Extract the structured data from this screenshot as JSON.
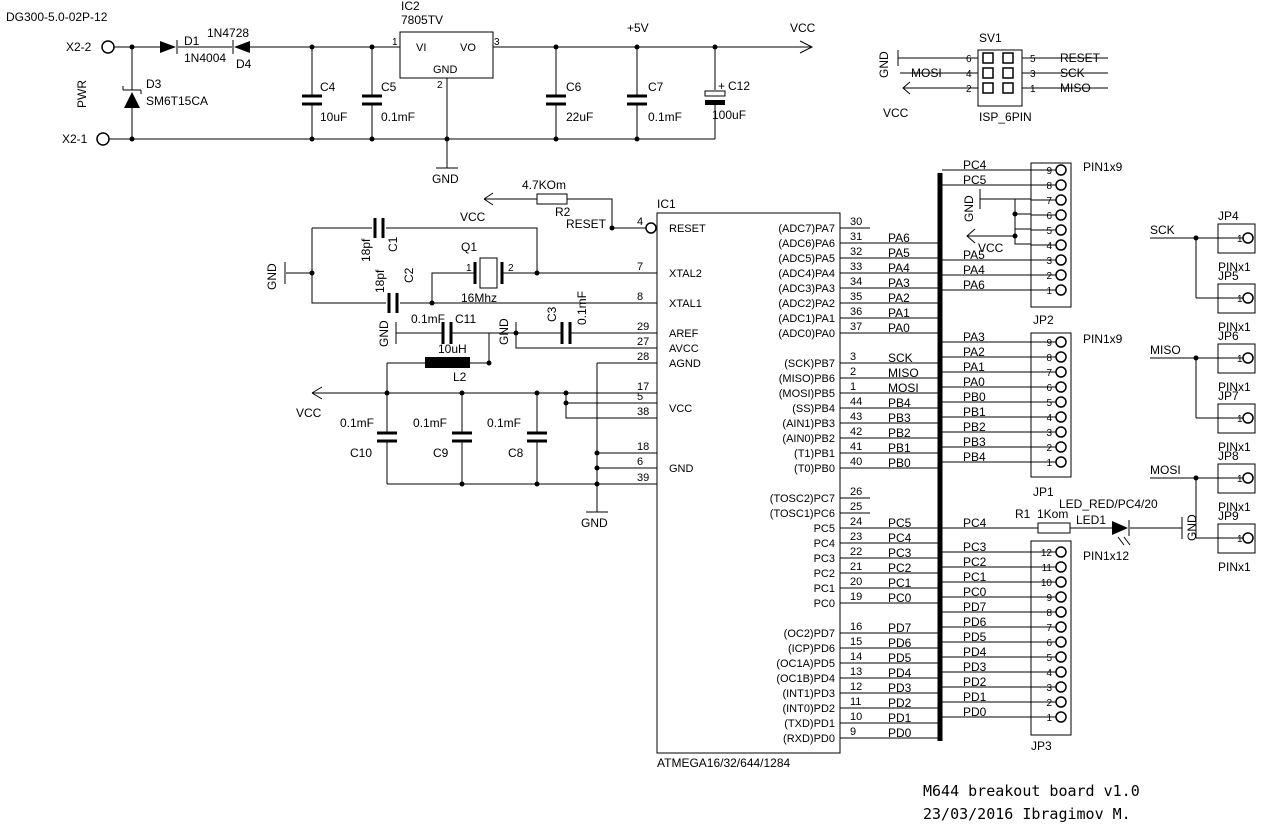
{
  "title_block": {
    "line1": "M644 breakout board v1.0",
    "line2": "23/03/2016 Ibragimov M."
  },
  "power": {
    "jack": "DG300-5.0-02P-12",
    "x2_2": "X2-2",
    "x2_1": "X2-1",
    "pwr": "PWR",
    "d1_ref": "D1",
    "d1_val": "1N4004",
    "d4_ref": "D4",
    "d4_val": "1N4728",
    "d3_ref": "D3",
    "d3_val": "SM6T15CA",
    "ic2_ref": "IC2",
    "ic2_val": "7805TV",
    "ic2_vi": "VI",
    "ic2_vo": "VO",
    "ic2_gnd": "GND",
    "ic2_p1": "1",
    "ic2_p2": "2",
    "ic2_p3": "3",
    "c4": "C4",
    "c4_val": "10uF",
    "c5": "C5",
    "c5_val": "0.1mF",
    "c6": "C6",
    "c6_val": "22uF",
    "c7": "C7",
    "c7_val": "0.1mF",
    "c12": "C12",
    "c12_val": "100uF",
    "plus5": "+5V",
    "vcc": "VCC",
    "gnd": "GND"
  },
  "isp": {
    "ref": "SV1",
    "val": "ISP_6PIN",
    "gnd": "GND",
    "vcc": "VCC",
    "mosi": "MOSI",
    "reset": "RESET",
    "sck": "SCK",
    "miso": "MISO",
    "pins": [
      "6",
      "5",
      "4",
      "3",
      "2",
      "1"
    ]
  },
  "mcu_support": {
    "r2_val": "4.7KOm",
    "r2_ref": "R2",
    "reset_net": "RESET",
    "vcc": "VCC",
    "c1": "C1",
    "c1_val": "18pf",
    "c2": "C2",
    "c2_val": "18pf",
    "q1": "Q1",
    "q1_val": "16Mhz",
    "q1_p1": "1",
    "q1_p2": "2",
    "gnd": "GND",
    "c11": "C11",
    "c11_val": "0.1mF",
    "c3": "C3",
    "c3_val": "0.1mF",
    "l2": "L2",
    "l2_val": "10uH",
    "c10": "C10",
    "c10_val": "0.1mF",
    "c9": "C9",
    "c9_val": "0.1mF",
    "c8": "C8",
    "c8_val": "0.1mF"
  },
  "ic1": {
    "ref": "IC1",
    "val": "ATMEGA16/32/644/1284",
    "left_pins": [
      {
        "num": "4",
        "name": "RESET"
      },
      {
        "num": "7",
        "name": "XTAL2"
      },
      {
        "num": "8",
        "name": "XTAL1"
      },
      {
        "num": "29",
        "name": "AREF"
      },
      {
        "num": "27",
        "name": "AVCC"
      },
      {
        "num": "28",
        "name": "AGND"
      },
      {
        "num": "17",
        "name": ""
      },
      {
        "num": "5",
        "name": "VCC"
      },
      {
        "num": "38",
        "name": ""
      },
      {
        "num": "18",
        "name": ""
      },
      {
        "num": "6",
        "name": "GND"
      },
      {
        "num": "39",
        "name": ""
      }
    ],
    "right_pins": [
      {
        "num": "30",
        "name": "(ADC7)PA7",
        "net": ""
      },
      {
        "num": "31",
        "name": "(ADC6)PA6",
        "net": "PA6"
      },
      {
        "num": "32",
        "name": "(ADC5)PA5",
        "net": "PA5"
      },
      {
        "num": "33",
        "name": "(ADC4)PA4",
        "net": "PA4"
      },
      {
        "num": "34",
        "name": "(ADC3)PA3",
        "net": "PA3"
      },
      {
        "num": "35",
        "name": "(ADC2)PA2",
        "net": "PA2"
      },
      {
        "num": "36",
        "name": "(ADC1)PA1",
        "net": "PA1"
      },
      {
        "num": "37",
        "name": "(ADC0)PA0",
        "net": "PA0"
      },
      {
        "num": "",
        "name": "",
        "net": ""
      },
      {
        "num": "3",
        "name": "(SCK)PB7",
        "net": "SCK"
      },
      {
        "num": "2",
        "name": "(MISO)PB6",
        "net": "MISO"
      },
      {
        "num": "1",
        "name": "(MOSI)PB5",
        "net": "MOSI"
      },
      {
        "num": "44",
        "name": "(SS)PB4",
        "net": "PB4"
      },
      {
        "num": "43",
        "name": "(AIN1)PB3",
        "net": "PB3"
      },
      {
        "num": "42",
        "name": "(AIN0)PB2",
        "net": "PB2"
      },
      {
        "num": "41",
        "name": "(T1)PB1",
        "net": "PB1"
      },
      {
        "num": "40",
        "name": "(T0)PB0",
        "net": "PB0"
      },
      {
        "num": "",
        "name": "",
        "net": ""
      },
      {
        "num": "26",
        "name": "(TOSC2)PC7",
        "net": ""
      },
      {
        "num": "25",
        "name": "(TOSC1)PC6",
        "net": ""
      },
      {
        "num": "24",
        "name": "PC5",
        "net": "PC5"
      },
      {
        "num": "23",
        "name": "PC4",
        "net": "PC4"
      },
      {
        "num": "22",
        "name": "PC3",
        "net": "PC3"
      },
      {
        "num": "21",
        "name": "PC2",
        "net": "PC2"
      },
      {
        "num": "20",
        "name": "PC1",
        "net": "PC1"
      },
      {
        "num": "19",
        "name": "PC0",
        "net": "PC0"
      },
      {
        "num": "",
        "name": "",
        "net": ""
      },
      {
        "num": "16",
        "name": "(OC2)PD7",
        "net": "PD7"
      },
      {
        "num": "15",
        "name": "(ICP)PD6",
        "net": "PD6"
      },
      {
        "num": "14",
        "name": "(OC1A)PD5",
        "net": "PD5"
      },
      {
        "num": "13",
        "name": "(OC1B)PD4",
        "net": "PD4"
      },
      {
        "num": "12",
        "name": "(INT1)PD3",
        "net": "PD3"
      },
      {
        "num": "11",
        "name": "(INT0)PD2",
        "net": "PD2"
      },
      {
        "num": "10",
        "name": "(TXD)PD1",
        "net": "PD1"
      },
      {
        "num": "9",
        "name": "(RXD)PD0",
        "net": "PD0"
      }
    ]
  },
  "jp2": {
    "ref": "JP2",
    "val": "PIN1x9",
    "gnd": "GND",
    "vcc": "VCC",
    "rows": [
      {
        "net": "PC4",
        "num": "9"
      },
      {
        "net": "PC5",
        "num": "8"
      },
      {
        "net": "",
        "num": "7"
      },
      {
        "net": "",
        "num": "6"
      },
      {
        "net": "",
        "num": "5"
      },
      {
        "net": "",
        "num": "4"
      },
      {
        "net": "PA5",
        "num": "3"
      },
      {
        "net": "PA4",
        "num": "2"
      },
      {
        "net": "PA6",
        "num": "1"
      }
    ]
  },
  "jp1": {
    "ref": "JP1",
    "val": "PIN1x9",
    "rows": [
      {
        "net": "PA3",
        "num": "9"
      },
      {
        "net": "PA2",
        "num": "8"
      },
      {
        "net": "PA1",
        "num": "7"
      },
      {
        "net": "PA0",
        "num": "6"
      },
      {
        "net": "PB0",
        "num": "5"
      },
      {
        "net": "PB1",
        "num": "4"
      },
      {
        "net": "PB2",
        "num": "3"
      },
      {
        "net": "PB3",
        "num": "2"
      },
      {
        "net": "PB4",
        "num": "1"
      }
    ]
  },
  "jp3": {
    "ref": "JP3",
    "val": "PIN1x12",
    "rows": [
      {
        "net": "PC3",
        "num": "12"
      },
      {
        "net": "PC2",
        "num": "11"
      },
      {
        "net": "PC1",
        "num": "10"
      },
      {
        "net": "PC0",
        "num": "9"
      },
      {
        "net": "PD7",
        "num": "8"
      },
      {
        "net": "PD6",
        "num": "7"
      },
      {
        "net": "PD5",
        "num": "6"
      },
      {
        "net": "PD4",
        "num": "5"
      },
      {
        "net": "PD3",
        "num": "4"
      },
      {
        "net": "PD2",
        "num": "3"
      },
      {
        "net": "PD1",
        "num": "2"
      },
      {
        "net": "PD0",
        "num": "1"
      }
    ]
  },
  "led": {
    "r1": "R1",
    "r1_val": "1Kom",
    "pc4": "PC4",
    "val": "LED_RED/PC4/20",
    "ref": "LED1",
    "gnd": "GND"
  },
  "single_pins": [
    {
      "ref": "JP4",
      "val": "PINx1",
      "net": "SCK",
      "num": "1"
    },
    {
      "ref": "JP5",
      "val": "PINx1",
      "net": "",
      "num": "1"
    },
    {
      "ref": "JP6",
      "val": "PINx1",
      "net": "MISO",
      "num": "1"
    },
    {
      "ref": "JP7",
      "val": "PINx1",
      "net": "",
      "num": "1"
    },
    {
      "ref": "JP8",
      "val": "PINx1",
      "net": "MOSI",
      "num": "1"
    },
    {
      "ref": "JP9",
      "val": "PINx1",
      "net": "",
      "num": "1"
    }
  ]
}
